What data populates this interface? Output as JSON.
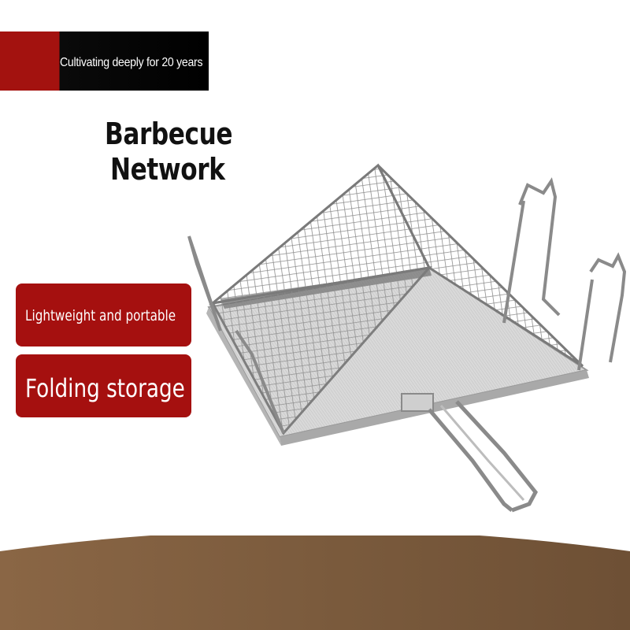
{
  "banner": {
    "text": "Cultivating deeply for 20 years"
  },
  "title": {
    "line1": "Barbecue",
    "line2": "Network"
  },
  "features": [
    {
      "label": "Lightweight and portable"
    },
    {
      "label": "Folding storage"
    }
  ],
  "colors": {
    "accent_red": "#a5100f",
    "banner_black": "#000000",
    "floor_brown": "#7a5a3c"
  }
}
